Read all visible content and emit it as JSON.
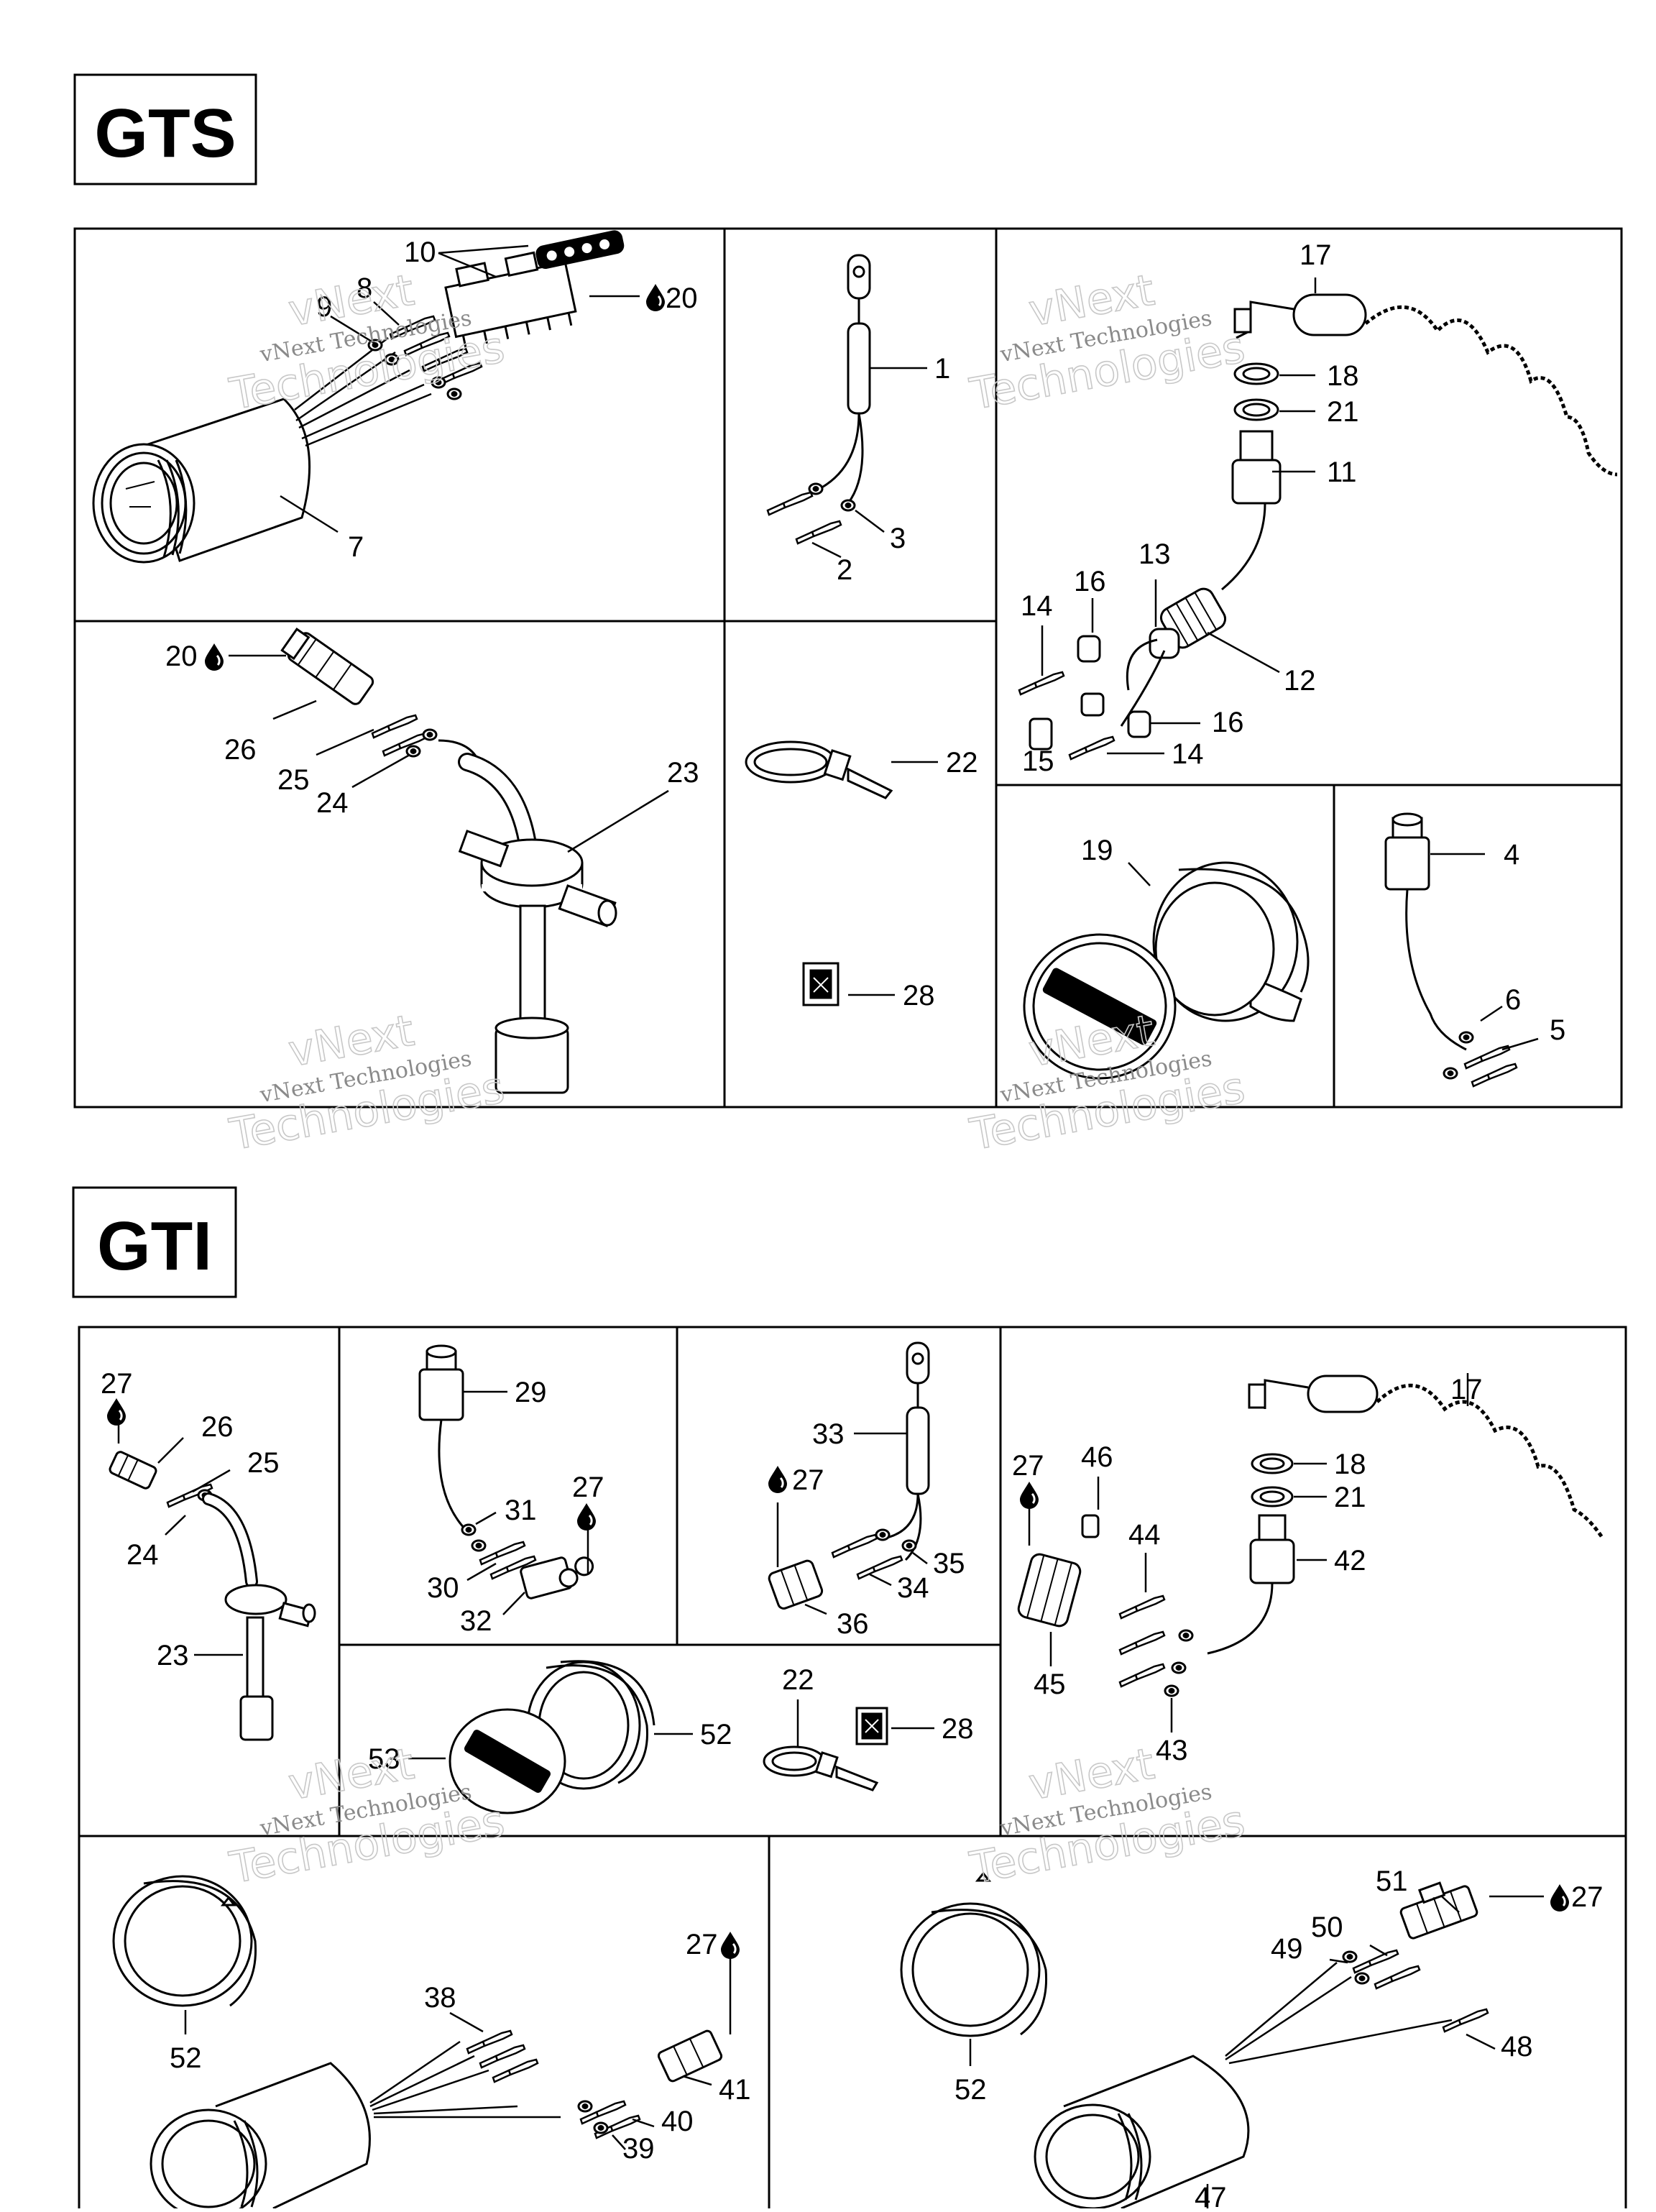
{
  "sections": {
    "gts": {
      "title": "GTS"
    },
    "gti": {
      "title": "GTI"
    }
  },
  "watermark": {
    "line1": "vNext",
    "line2": "vNext Technologies",
    "line3": "Technologies"
  },
  "drop_icon": "oil-drop-icon",
  "callouts": {
    "gts_p1": [
      "10",
      "20",
      "8",
      "9",
      "7"
    ],
    "gts_p2": [
      "1",
      "3",
      "2"
    ],
    "gts_p3": [
      "17",
      "18",
      "21",
      "11",
      "13",
      "16",
      "14",
      "12",
      "16",
      "15",
      "14"
    ],
    "gts_p4": [
      "20",
      "26",
      "25",
      "24",
      "23"
    ],
    "gts_p5": [
      "22",
      "28"
    ],
    "gts_p6": [
      "19"
    ],
    "gts_p7": [
      "4",
      "6",
      "5"
    ],
    "gti_p1": [
      "27",
      "26",
      "25",
      "24",
      "23"
    ],
    "gti_p2": [
      "29",
      "31",
      "27",
      "30",
      "32"
    ],
    "gti_p3": [
      "33",
      "27",
      "35",
      "34",
      "36"
    ],
    "gti_p4": [
      "17",
      "18",
      "21",
      "42",
      "27",
      "46",
      "44",
      "45",
      "43"
    ],
    "gti_p5": [
      "53",
      "52",
      "22",
      "28"
    ],
    "gti_p6": [
      "38",
      "27",
      "52",
      "41",
      "40",
      "39"
    ],
    "gti_p7": [
      "51",
      "27",
      "50",
      "49",
      "48",
      "52",
      "47"
    ]
  }
}
